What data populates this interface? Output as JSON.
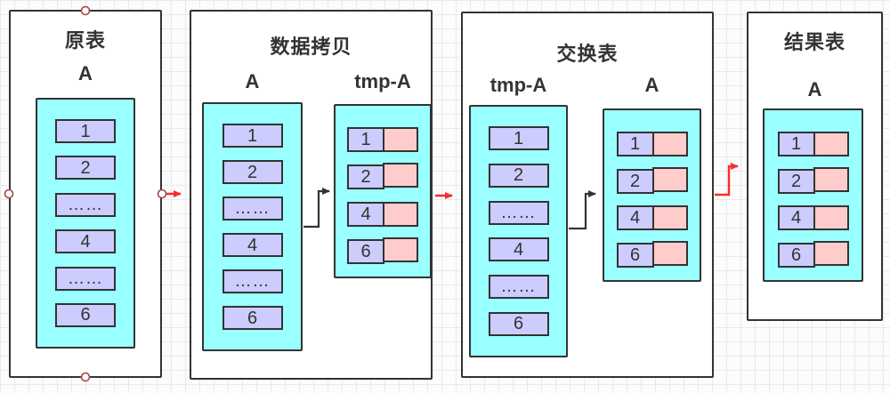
{
  "colors": {
    "panel-border": "#333333",
    "cell-border": "#333333",
    "cyan-fill": "#99ffff",
    "purple-fill": "#ccccff",
    "pink-fill": "#ffcccc",
    "arrow-red": "#f92c2c",
    "arrow-black": "#333333",
    "handle-stroke": "#a64545",
    "grid-line": "#e9e9e9",
    "text": "#333333"
  },
  "panels": [
    {
      "title": "原表",
      "columns": [
        {
          "label": "A",
          "rows": [
            "1",
            "2",
            "……",
            "4",
            "……",
            "6"
          ]
        }
      ]
    },
    {
      "title": "数据拷贝",
      "columns": [
        {
          "label": "A",
          "rows": [
            "1",
            "2",
            "……",
            "4",
            "……",
            "6"
          ]
        },
        {
          "label": "tmp-A",
          "rows": [
            "1",
            "2",
            "4",
            "6"
          ],
          "paired": true
        }
      ]
    },
    {
      "title": "交换表",
      "columns": [
        {
          "label": "tmp-A",
          "rows": [
            "1",
            "2",
            "……",
            "4",
            "……",
            "6"
          ]
        },
        {
          "label": "A",
          "rows": [
            "1",
            "2",
            "4",
            "6"
          ],
          "paired": true
        }
      ]
    },
    {
      "title": "结果表",
      "columns": [
        {
          "label": "A",
          "rows": [
            "1",
            "2",
            "4",
            "6"
          ],
          "paired": true
        }
      ]
    }
  ]
}
